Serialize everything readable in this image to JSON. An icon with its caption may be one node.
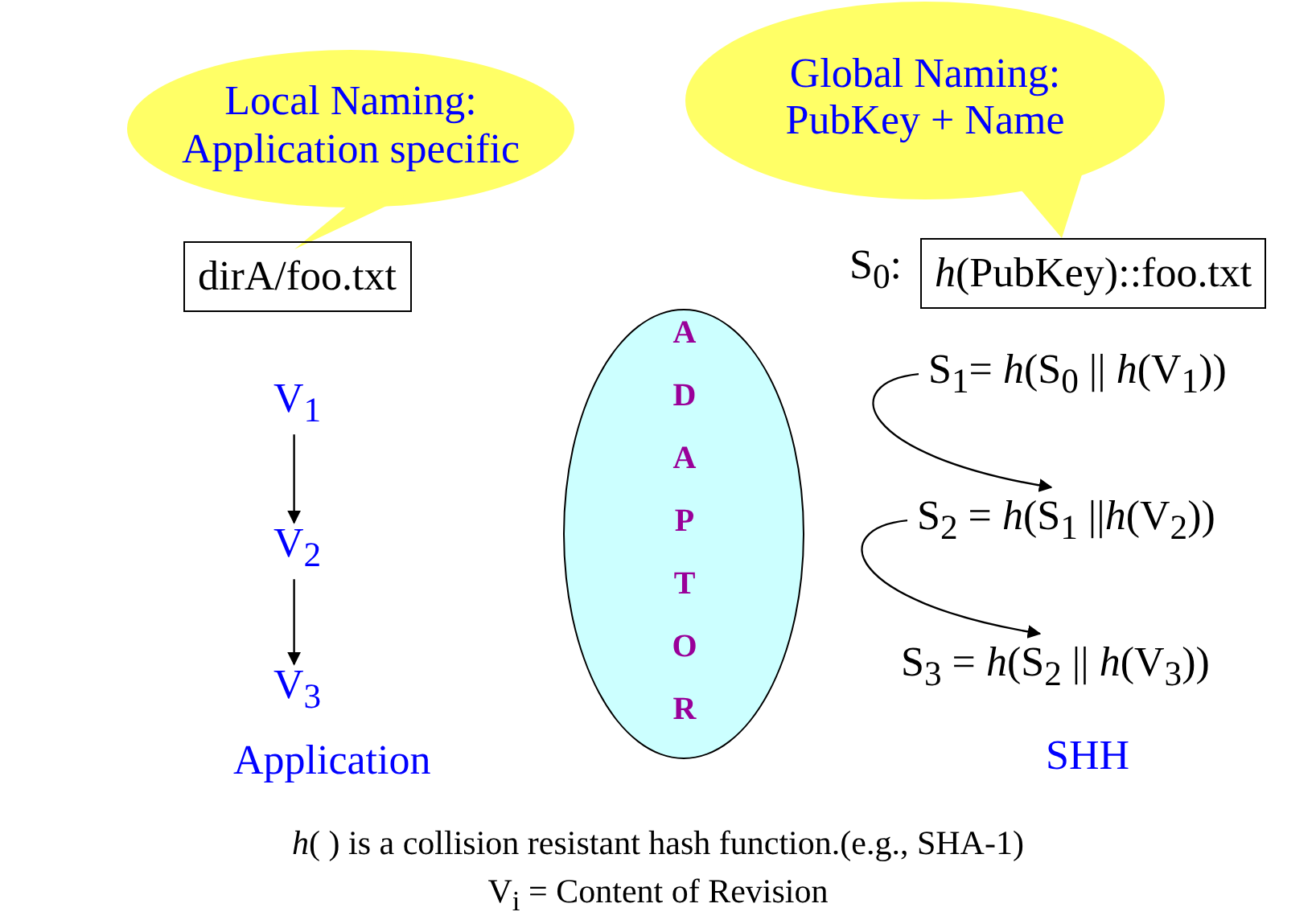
{
  "diagram": {
    "nodes": [
      {
        "text": [
          "Local Naming: Application specific"
        ]
      },
      {
        "text": [
          "dirA/foo.txt"
        ]
      },
      {
        "text": [
          "Global Naming: PubKey + Name"
        ]
      },
      {
        "text": [
          "*h*(PubKey)::foo.txt"
        ],
        "beside": [
          "S$_{0}$:"
        ]
      },
      {
        "text": [
          "V$_{1}$"
        ]
      },
      {
        "text": [
          "V$_{2}$"
        ]
      },
      {
        "text": [
          "V$_{3}$"
        ]
      },
      {
        "text": [
          "ADAPTOR"
        ]
      },
      {
        "text": [
          "S$_{1}$= *h*(S$_{0}$ || *h*(V$_{1}$))"
        ]
      },
      {
        "text": [
          "S$_{2}$ = *h*(S$_{1}$ ||*h*(V$_{2}$))"
        ]
      },
      {
        "text": [
          "S$_{3}$ = *h*(S$_{2}$ || *h*(V$_{3}$))"
        ]
      }
    ],
    "edges": [
      {
        "from": 4,
        "to": 5,
        "arrow": "to"
      },
      {
        "from": 5,
        "to": 6,
        "arrow": "to"
      },
      {
        "from": 8,
        "to": 9,
        "arrow": "to"
      },
      {
        "from": 9,
        "to": 10,
        "arrow": "to"
      }
    ],
    "labels": [
      "Application",
      "SHH",
      "*h*( ) is a collision resistant hash function.(e.g., SHA-1)",
      "V$_{i}$ = Content of Revision"
    ]
  }
}
